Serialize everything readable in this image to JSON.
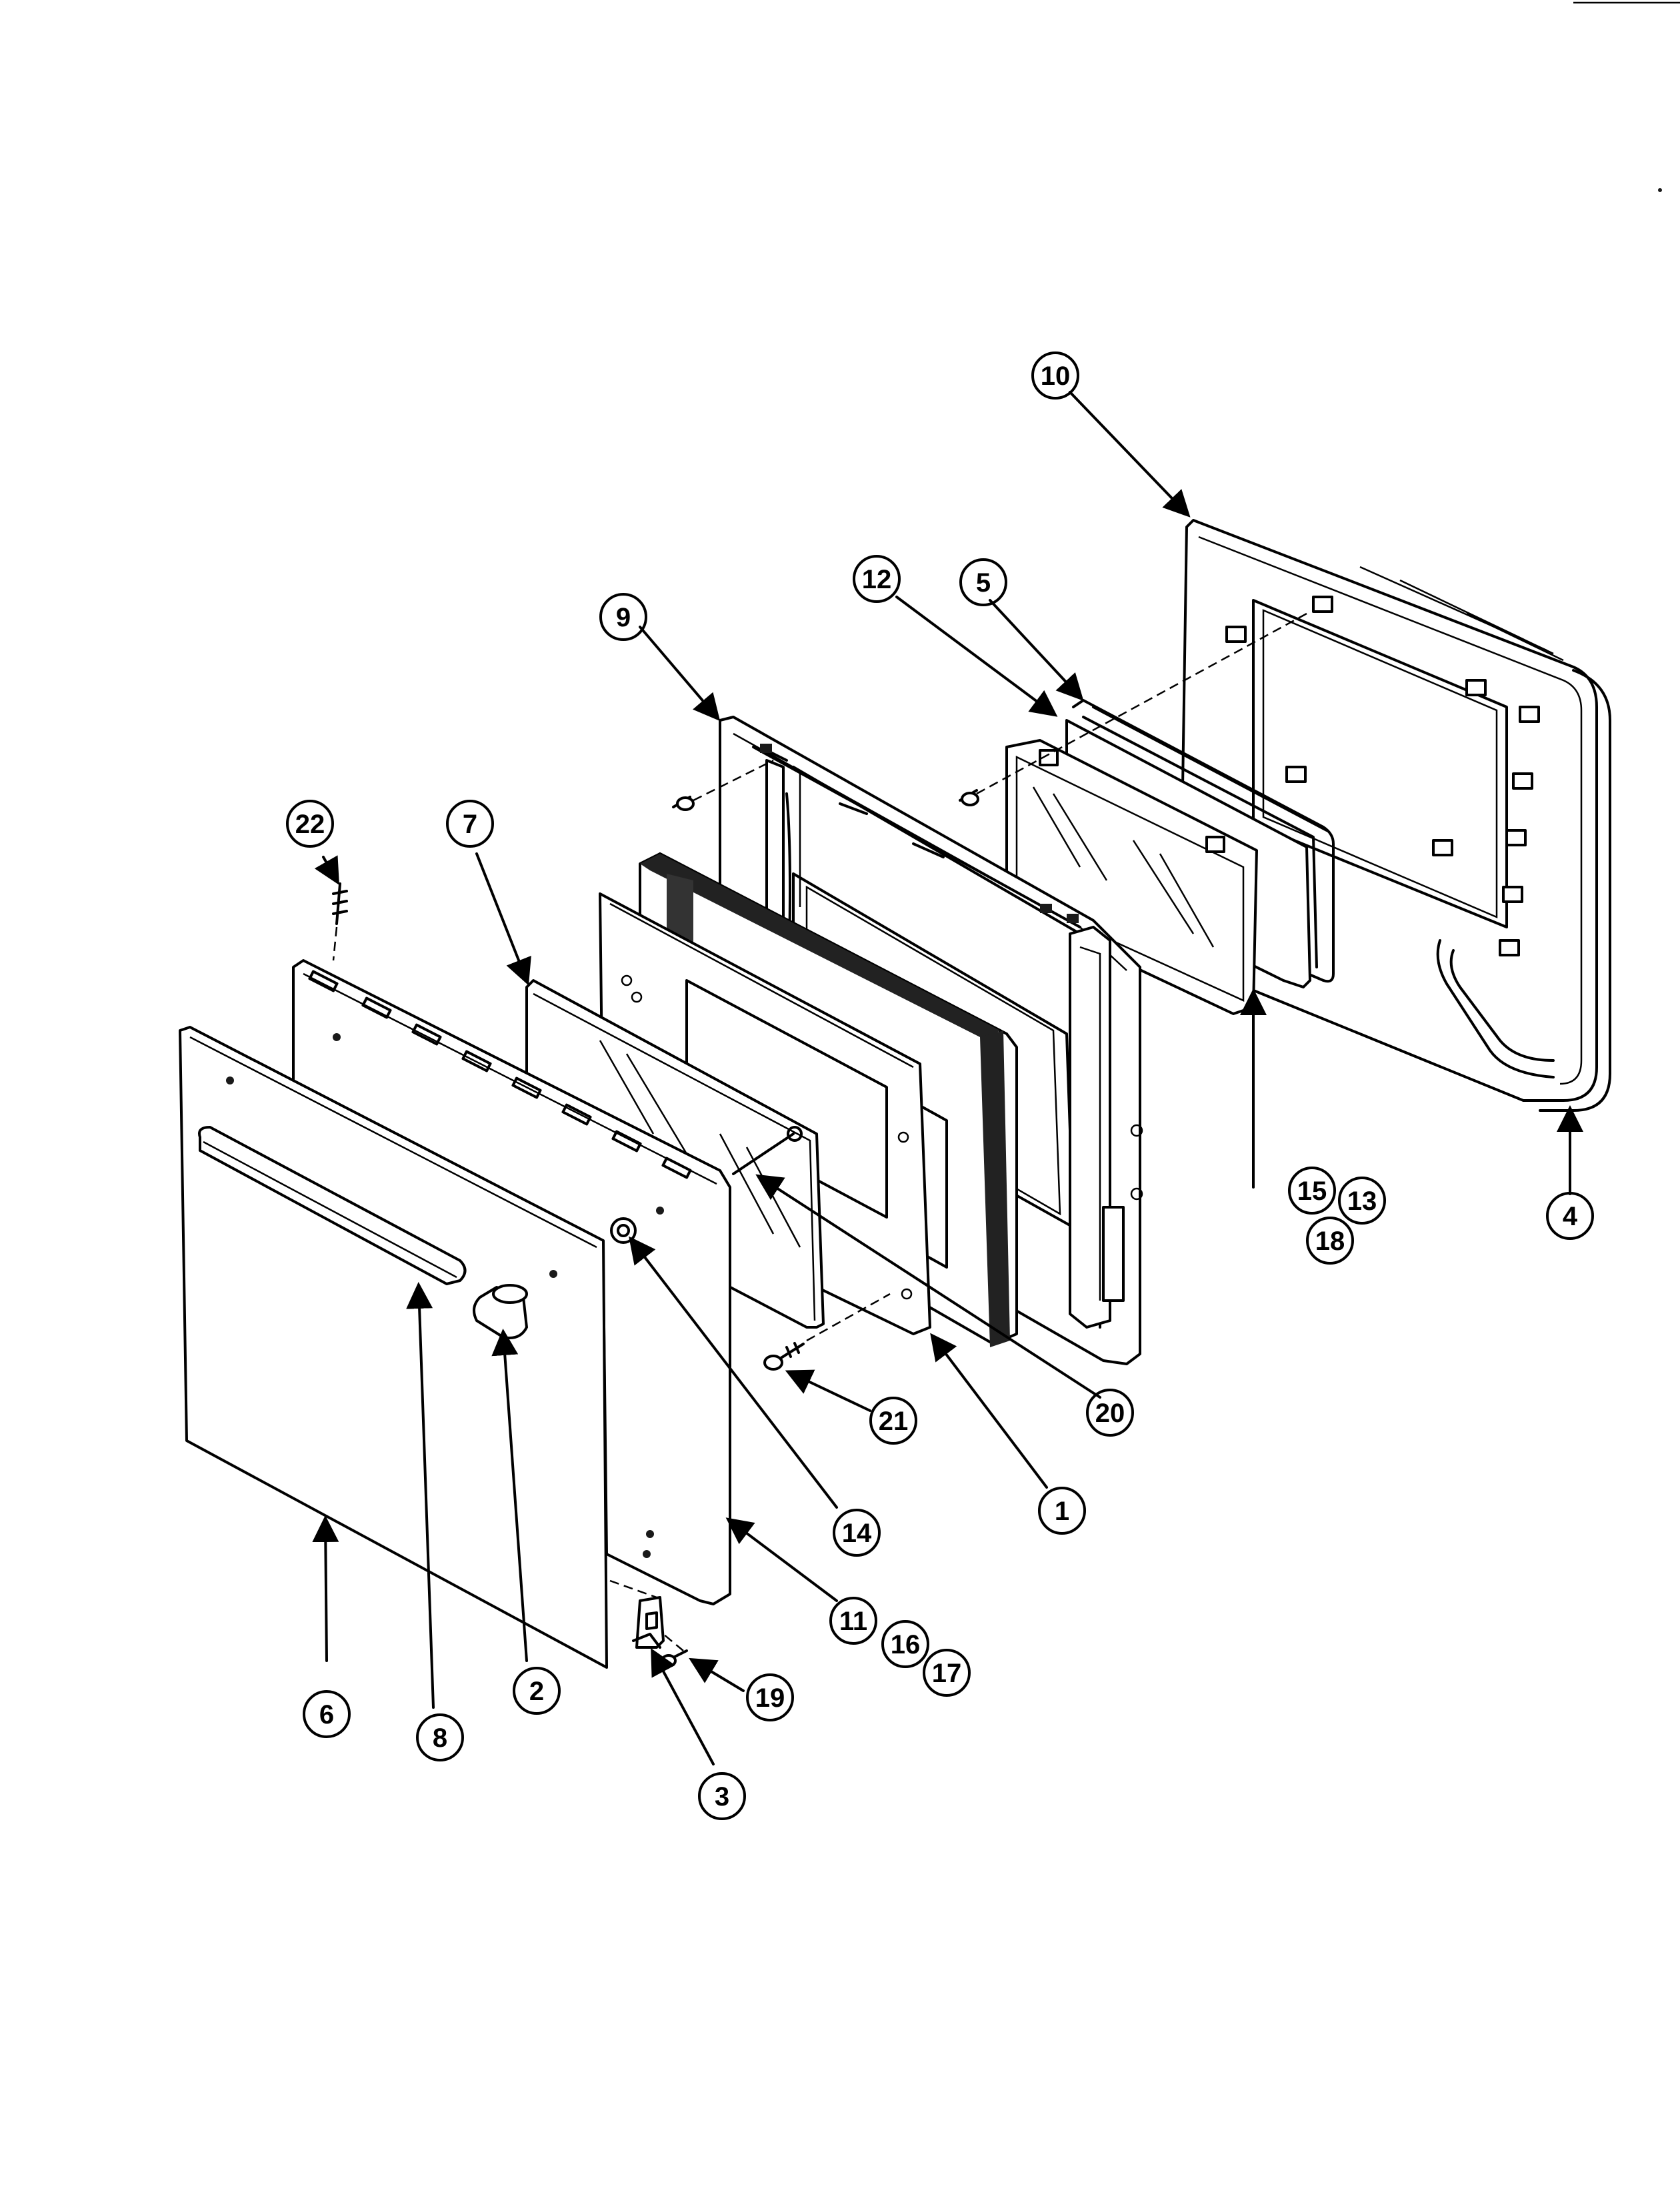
{
  "diagram": {
    "parts": [
      {
        "id": "p1",
        "label": "1"
      },
      {
        "id": "p2",
        "label": "2"
      },
      {
        "id": "p3",
        "label": "3"
      },
      {
        "id": "p4",
        "label": "4"
      },
      {
        "id": "p5",
        "label": "5"
      },
      {
        "id": "p6",
        "label": "6"
      },
      {
        "id": "p7",
        "label": "7"
      },
      {
        "id": "p8",
        "label": "8"
      },
      {
        "id": "p9",
        "label": "9"
      },
      {
        "id": "p10",
        "label": "10"
      },
      {
        "id": "p11",
        "label": "11"
      },
      {
        "id": "p12",
        "label": "12"
      },
      {
        "id": "p13",
        "label": "13"
      },
      {
        "id": "p14",
        "label": "14"
      },
      {
        "id": "p15",
        "label": "15"
      },
      {
        "id": "p16",
        "label": "16"
      },
      {
        "id": "p17",
        "label": "17"
      },
      {
        "id": "p18",
        "label": "18"
      },
      {
        "id": "p19",
        "label": "19"
      },
      {
        "id": "p20",
        "label": "20"
      },
      {
        "id": "p21",
        "label": "21"
      },
      {
        "id": "p22",
        "label": "22"
      }
    ]
  }
}
